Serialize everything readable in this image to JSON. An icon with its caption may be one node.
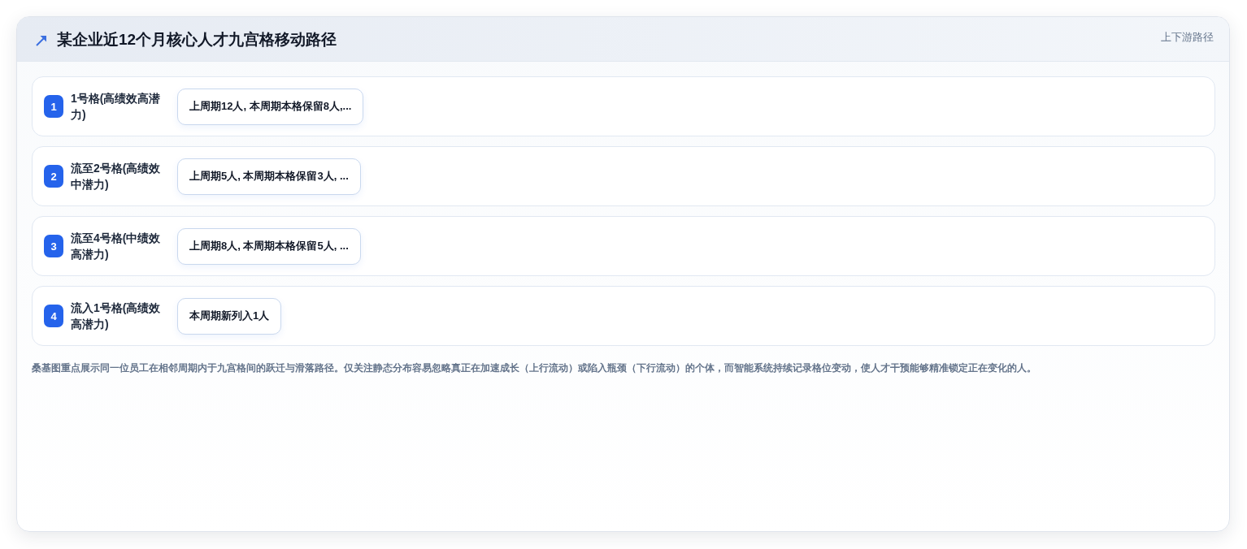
{
  "diagram": {
    "title": "某企业近12个月核心人才九宫格移动路径",
    "nodes": [
      {
        "text": [
          "1号格(高绩效高潜力)"
        ]
      },
      {
        "text": [
          "1"
        ],
        "in": 0
      },
      {
        "text": [
          "上周期12人, 本周期本格保留8人,..."
        ],
        "in": 0
      },
      {
        "text": [
          "流至2号格(高绩效中潜力)"
        ]
      },
      {
        "text": [
          "2"
        ],
        "in": 3
      },
      {
        "text": [
          "上周期5人, 本周期本格保留3人, ..."
        ],
        "in": 3
      },
      {
        "text": [
          "流至4号格(中绩效高潜力)"
        ]
      },
      {
        "text": [
          "3"
        ],
        "in": 6
      },
      {
        "text": [
          "上周期8人, 本周期本格保留5人, ..."
        ],
        "in": 6
      },
      {
        "text": [
          "流入1号格(高绩效高潜力)"
        ]
      },
      {
        "text": [
          "4"
        ],
        "in": 9
      },
      {
        "text": [
          "本周期新列入1人"
        ],
        "in": 9
      }
    ],
    "labels": [
      "上下游路径"
    ],
    "caption": "桑基图重点展示同一位员工在相邻周期内于九宫格间的跃迁与滑落路径。仅关注静态分布容易忽略真正在加速成长（上行流动）或陷入瓶颈（下行流动）的个体，而智能系统持续记录格位变动，使人才干预能够精准锁定正在变化的人。"
  }
}
